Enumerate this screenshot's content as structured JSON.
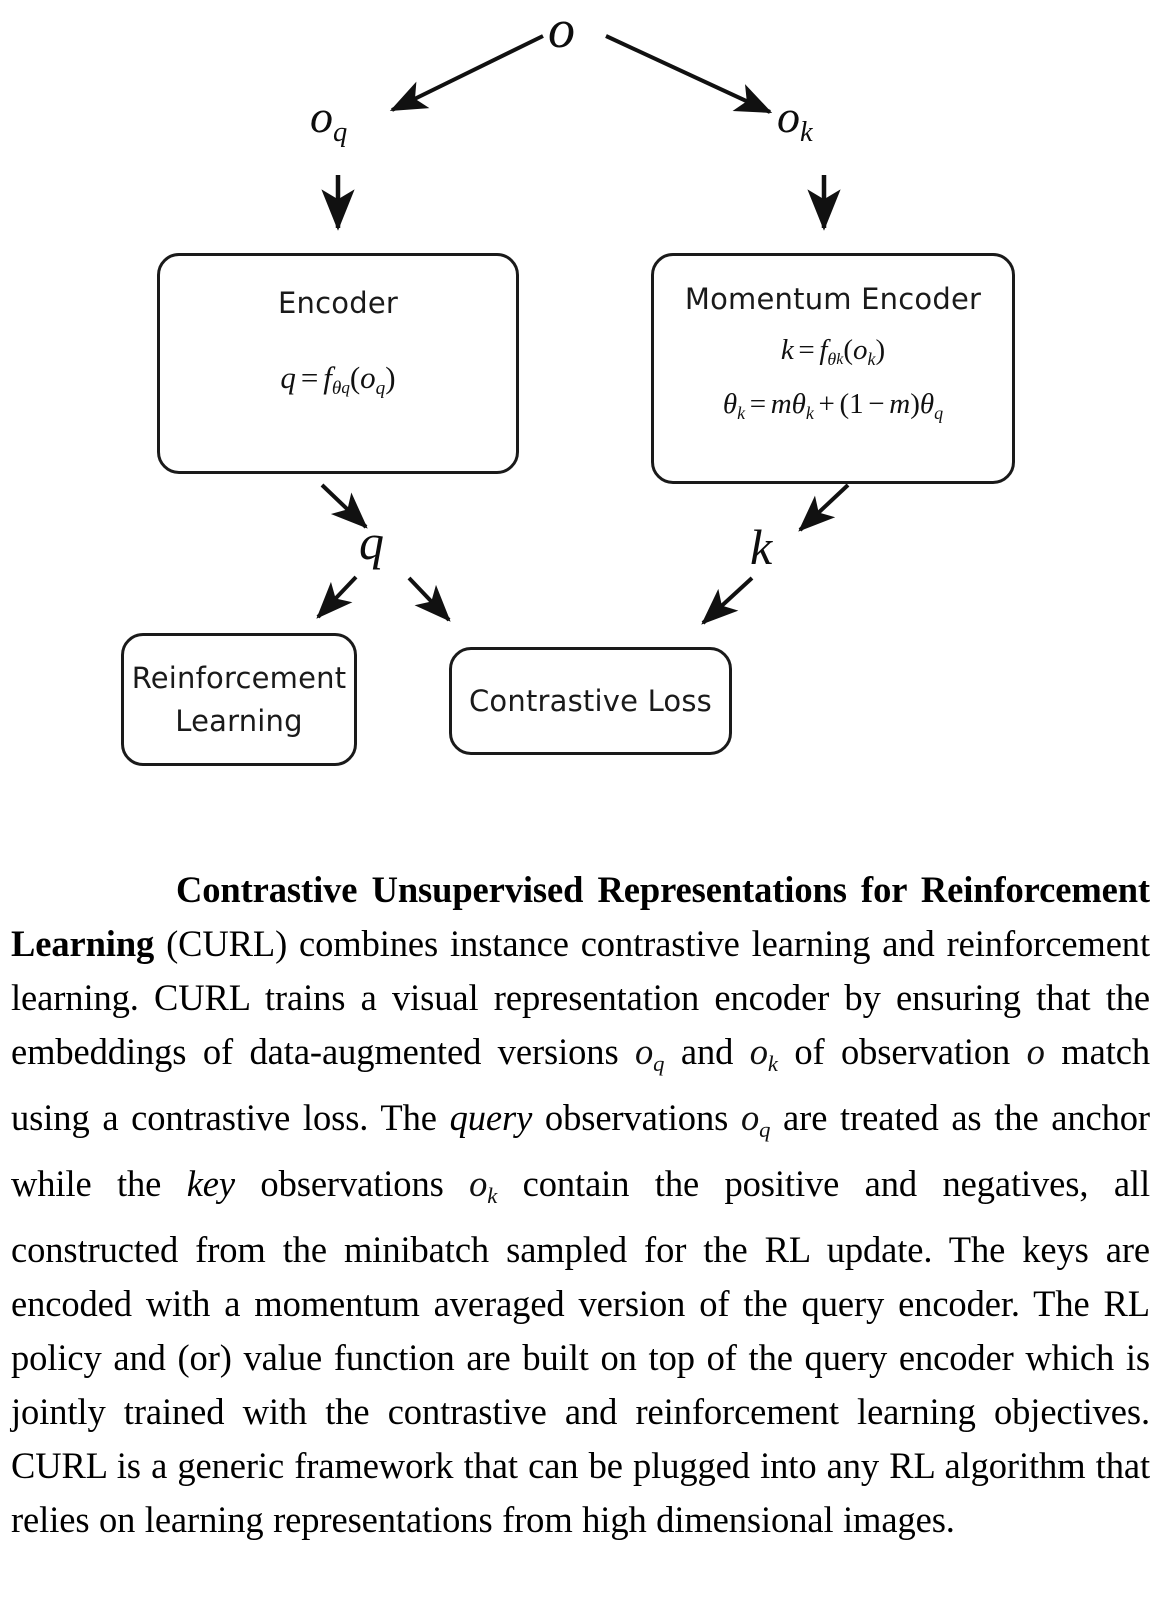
{
  "figure": {
    "diagram": {
      "root_label": "o",
      "branch_left_label": "o",
      "branch_left_sub": "q",
      "branch_right_label": "o",
      "branch_right_sub": "k",
      "mid_left_label": "q",
      "mid_right_label": "k",
      "boxes": {
        "encoder": {
          "title": "Encoder",
          "formula_lhs": "q",
          "formula_eq": "=",
          "formula_fn": "f",
          "formula_fn_sub_theta": "θ",
          "formula_fn_sub_sub": "q",
          "formula_arg_open": "(",
          "formula_arg": "o",
          "formula_arg_sub": "q",
          "formula_arg_close": ")"
        },
        "momentum_encoder": {
          "title": "Momentum Encoder",
          "line1_lhs": "k",
          "line1_eq": "=",
          "line1_fn": "f",
          "line1_fn_sub_theta": "θ",
          "line1_fn_sub_sub": "k",
          "line1_arg_open": "(",
          "line1_arg": "o",
          "line1_arg_sub": "k",
          "line1_arg_close": ")",
          "line2_lhs_theta": "θ",
          "line2_lhs_sub": "k",
          "line2_eq": "=",
          "line2_m1": "m",
          "line2_theta2": "θ",
          "line2_theta2_sub": "k",
          "line2_plus": "+",
          "line2_paren_open": "(",
          "line2_one": "1",
          "line2_minus": "−",
          "line2_m2": "m",
          "line2_paren_close": ")",
          "line2_theta3": "θ",
          "line2_theta3_sub": "q"
        },
        "reinforcement_learning": {
          "title_line1": "Reinforcement",
          "title_line2": "Learning"
        },
        "contrastive_loss": {
          "title": "Contrastive Loss"
        }
      },
      "edges": [
        {
          "name": "o-to-oq",
          "from": "o",
          "to": "o_q"
        },
        {
          "name": "o-to-ok",
          "from": "o",
          "to": "o_k"
        },
        {
          "name": "oq-to-encoder",
          "from": "o_q",
          "to": "Encoder"
        },
        {
          "name": "ok-to-momentum-encoder",
          "from": "o_k",
          "to": "Momentum Encoder"
        },
        {
          "name": "encoder-to-q",
          "from": "Encoder",
          "to": "q"
        },
        {
          "name": "momentum-encoder-to-k",
          "from": "Momentum Encoder",
          "to": "k"
        },
        {
          "name": "q-to-reinforcement-learning",
          "from": "q",
          "to": "Reinforcement Learning"
        },
        {
          "name": "q-to-contrastive-loss",
          "from": "q",
          "to": "Contrastive Loss"
        },
        {
          "name": "k-to-contrastive-loss",
          "from": "k",
          "to": "Contrastive Loss"
        }
      ]
    },
    "caption": {
      "bold_title": "Contrastive Unsupervised Representations for Reinforcement Learning",
      "part_1": " (CURL) combines instance contrastive learning and reinforcement learning. CURL trains a visual representation encoder by ensuring that the embeddings of data-augmented versions ",
      "math_oq_1": "o",
      "math_oq_1_sub": "q",
      "part_2": " and ",
      "math_ok_1": "o",
      "math_ok_1_sub": "k",
      "part_3": " of observation ",
      "math_o": "o",
      "part_4": " match using a contrastive loss. The ",
      "italic_query": "query",
      "part_5": " observations ",
      "math_oq_2": "o",
      "math_oq_2_sub": "q",
      "part_6": " are treated as the anchor while the ",
      "italic_key": "key",
      "part_7": " observations ",
      "math_ok_2": "o",
      "math_ok_2_sub": "k",
      "part_8": " contain the positive and negatives, all constructed from the minibatch sampled for the RL update. The keys are encoded with a momentum averaged version of the query encoder. The RL policy and (or) value function are built on top of the query encoder which is jointly trained with the contrastive and reinforcement learning objectives. CURL is a generic framework that can be plugged into any RL algorithm that relies on learning representations from high dimensional images."
    }
  },
  "colors": {
    "ink": "#000000",
    "box_stroke": "#1a1a1a",
    "background": "#ffffff"
  }
}
